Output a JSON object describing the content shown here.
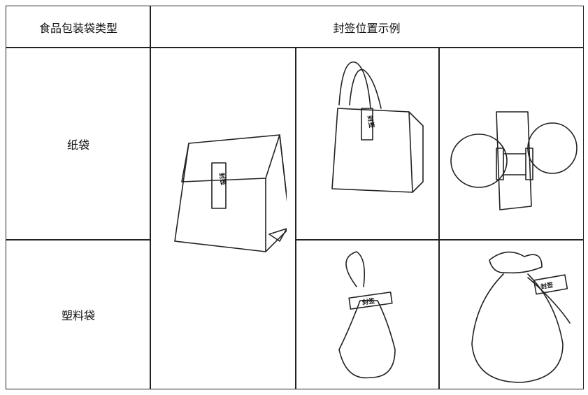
{
  "table": {
    "header": {
      "type_col": "食品包装袋类型",
      "example_col": "封签位置示例"
    },
    "rows": [
      {
        "type": "纸袋"
      },
      {
        "type": "塑料袋"
      }
    ],
    "seal_label": "封签"
  }
}
